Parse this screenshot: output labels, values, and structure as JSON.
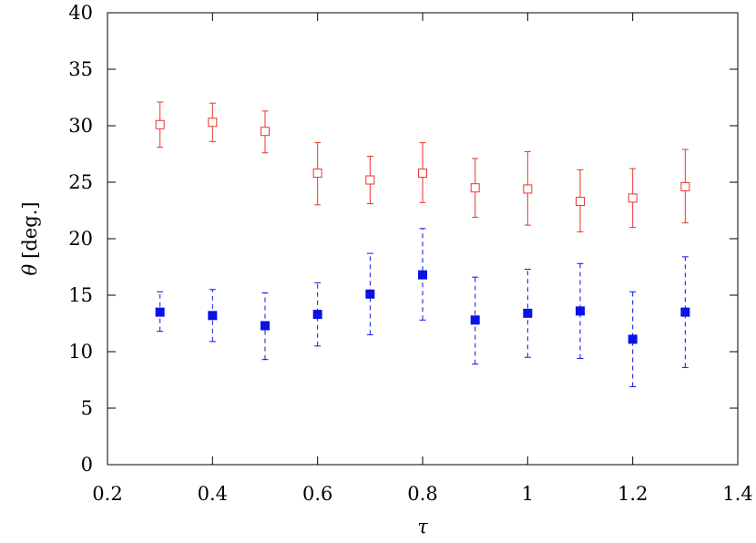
{
  "chart_data": {
    "type": "scatter",
    "xlabel_symbol": "τ",
    "ylabel_symbol": "θ",
    "ylabel_unit": "[deg.]",
    "xlim": [
      0.2,
      1.4
    ],
    "ylim": [
      0,
      40
    ],
    "xticks": [
      0.2,
      0.4,
      0.6,
      0.8,
      1.0,
      1.2,
      1.4
    ],
    "xtick_labels": [
      "0.2",
      "0.4",
      "0.6",
      "0.8",
      "1",
      "1.2",
      "1.4"
    ],
    "yticks": [
      0,
      5,
      10,
      15,
      20,
      25,
      30,
      35,
      40
    ],
    "ytick_labels": [
      "0",
      "5",
      "10",
      "15",
      "20",
      "25",
      "30",
      "35",
      "40"
    ],
    "grid": false,
    "series": [
      {
        "marker": "open-square",
        "color": "#e8342a",
        "errorbar_style": "solid",
        "x": [
          0.3,
          0.4,
          0.5,
          0.6,
          0.7,
          0.8,
          0.9,
          1.0,
          1.1,
          1.2,
          1.3
        ],
        "y": [
          30.1,
          30.3,
          29.5,
          25.8,
          25.2,
          25.8,
          24.5,
          24.4,
          23.3,
          23.6,
          24.6
        ],
        "ylow": [
          28.1,
          28.6,
          27.6,
          23.0,
          23.1,
          23.2,
          21.9,
          21.2,
          20.6,
          21.0,
          21.4
        ],
        "yhigh": [
          32.1,
          32.0,
          31.3,
          28.5,
          27.3,
          28.5,
          27.1,
          27.7,
          26.1,
          26.2,
          27.9
        ]
      },
      {
        "marker": "filled-square",
        "color": "#0a12e6",
        "errorbar_style": "dashed",
        "x": [
          0.3,
          0.4,
          0.5,
          0.6,
          0.7,
          0.8,
          0.9,
          1.0,
          1.1,
          1.2,
          1.3
        ],
        "y": [
          13.5,
          13.2,
          12.3,
          13.3,
          15.1,
          16.8,
          12.8,
          13.4,
          13.6,
          11.1,
          13.5
        ],
        "ylow": [
          11.8,
          10.9,
          9.3,
          10.5,
          11.5,
          12.8,
          8.9,
          9.5,
          9.4,
          6.9,
          8.6
        ],
        "yhigh": [
          15.3,
          15.5,
          15.2,
          16.1,
          18.7,
          20.9,
          16.6,
          17.3,
          17.8,
          15.3,
          18.4
        ]
      }
    ]
  }
}
